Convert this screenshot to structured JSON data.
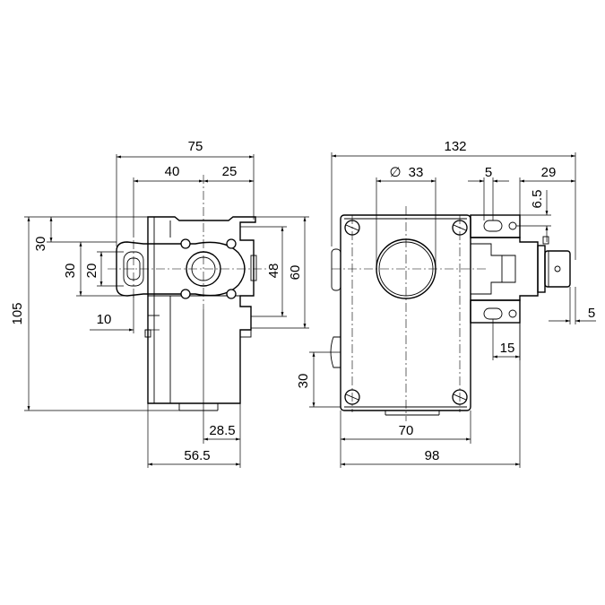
{
  "side_view": {
    "dims": {
      "width_overall": "75",
      "width_upper": "40",
      "offset_right": "25",
      "height_overall": "105",
      "lever_height_outer": "30",
      "lever_height_a": "30",
      "lever_height_b": "20",
      "lever_offset": "10",
      "shaft_height": "48",
      "flange_height": "60",
      "base_offset": "28.5",
      "base_width": "56.5"
    }
  },
  "front_view": {
    "dims": {
      "width_overall": "132",
      "hole_diameter": "33",
      "slot_width": "5",
      "button_projection": "29",
      "slot_offset": "6.5",
      "button_offset": "5",
      "slot_spacing": "15",
      "gland_offset": "30",
      "mounting_spacing": "70",
      "body_width": "98"
    },
    "diameter_symbol": "∅"
  }
}
